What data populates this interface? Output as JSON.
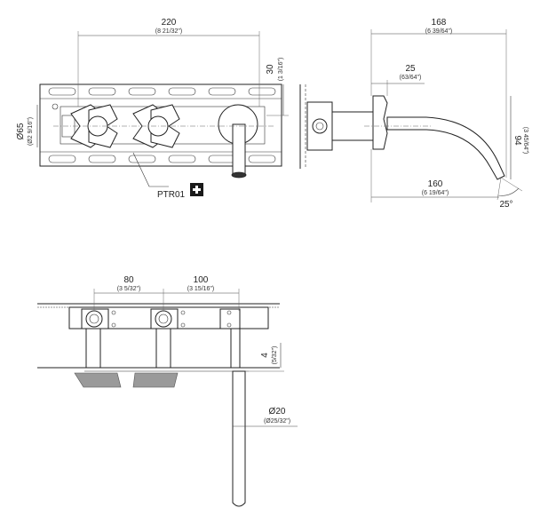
{
  "dimensions": {
    "top_width": {
      "value": "220",
      "imperial": "(8 21/32\")"
    },
    "top_height": {
      "value": "30",
      "imperial": "(1 3/16\")"
    },
    "top_diameter": {
      "value": "Ø65",
      "imperial": "(Ø2 9/16\")"
    },
    "side_depth": {
      "value": "168",
      "imperial": "(6 39/64\")"
    },
    "side_flange": {
      "value": "25",
      "imperial": "(63/64\")"
    },
    "side_height": {
      "value": "94",
      "imperial": "(3 45/64\")"
    },
    "side_reach": {
      "value": "160",
      "imperial": "(6 19/64\")"
    },
    "side_angle": {
      "value": "25°"
    },
    "bottom_spacing_a": {
      "value": "80",
      "imperial": "(3 5/32\")"
    },
    "bottom_spacing_b": {
      "value": "100",
      "imperial": "(3 15/16\")"
    },
    "bottom_thickness": {
      "value": "4",
      "imperial": "(5/32\")"
    },
    "bottom_spout_diameter": {
      "value": "Ø20",
      "imperial": "(Ø25/32\")"
    }
  },
  "callout": {
    "label": "PTR01",
    "icon": "plus-icon"
  },
  "colors": {
    "line": "#222222",
    "fill_dark": "#333333",
    "fill_grey": "#9a9a9a"
  }
}
